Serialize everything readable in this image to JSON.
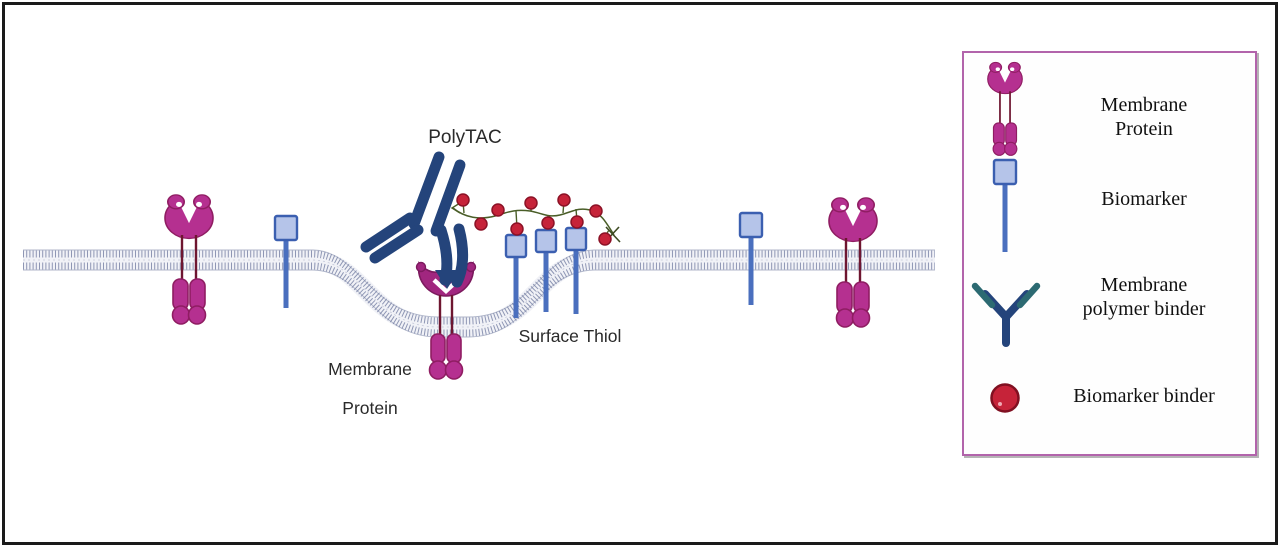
{
  "figure": {
    "description": "PolyTAC membrane targeting diagram",
    "labels": {
      "polytac": "PolyTAC",
      "membrane_protein": {
        "line1": "Membrane",
        "line2": "Protein"
      },
      "surface_thiol": "Surface Thiol"
    }
  },
  "legend": {
    "items": [
      {
        "id": "membrane-protein",
        "line1": "Membrane",
        "line2": "Protein"
      },
      {
        "id": "biomarker",
        "line1": "Biomarker",
        "line2": ""
      },
      {
        "id": "membrane-polymer-binder",
        "line1": "Membrane",
        "line2": "polymer binder"
      },
      {
        "id": "biomarker-binder",
        "line1": "Biomarker binder",
        "line2": ""
      }
    ]
  },
  "colors": {
    "protein_magenta": "#b53090",
    "protein_outline": "#8f1d62",
    "protein_stem": "#6e1630",
    "antibody_navy": "#24447b",
    "antibody_teal": "#2c6a72",
    "biomarker_fill": "#b5c4e9",
    "biomarker_stroke": "#3b5fb0",
    "biomarker_stem": "#4a6fbe",
    "binder_red": "#c62339",
    "binder_red_outline": "#8c1226",
    "polymer_green": "#4a5e28",
    "membrane_tick": "#7d86a8",
    "legend_border": "#b264ab",
    "frame_border": "#1a1a1a"
  }
}
